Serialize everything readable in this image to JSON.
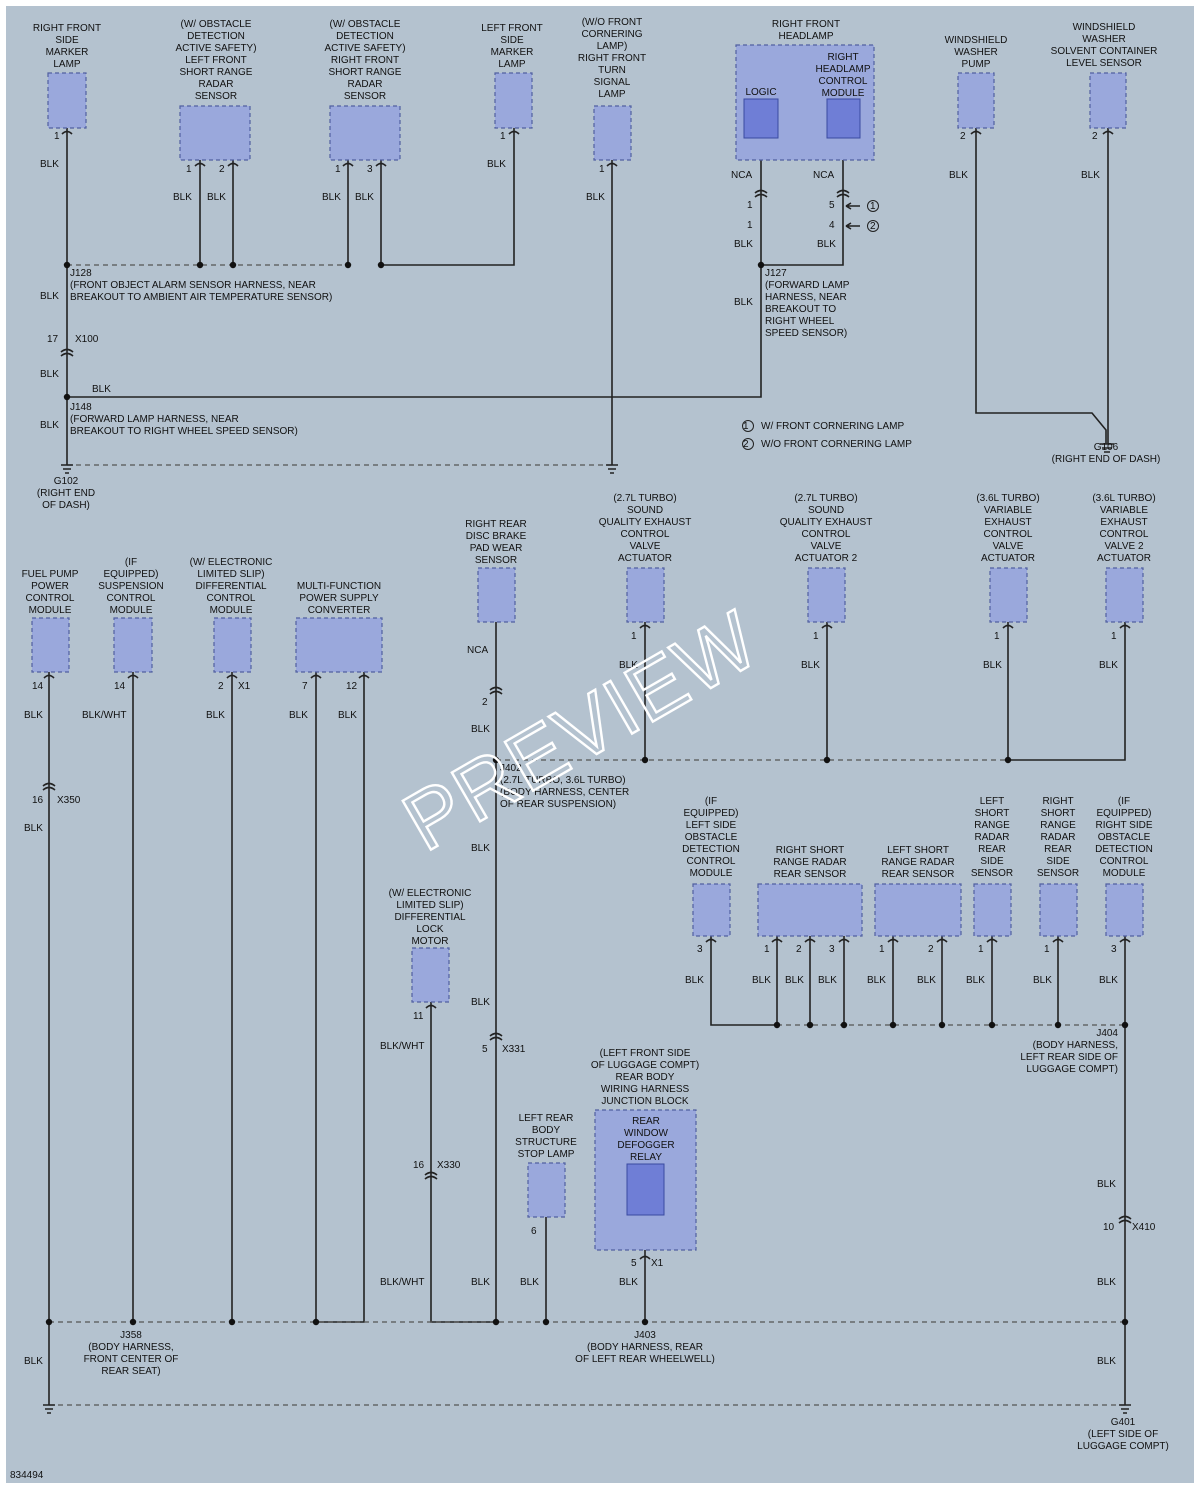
{
  "watermark": "PREVIEW",
  "figure_number": "834494",
  "legend": [
    {
      "symbol": "1",
      "text": "W/ FRONT CORNERING LAMP"
    },
    {
      "symbol": "2",
      "text": "W/O FRONT CORNERING LAMP"
    }
  ],
  "components": [
    {
      "id": "rf_side_marker",
      "lines": [
        "RIGHT FRONT",
        "SIDE",
        "MARKER",
        "LAMP"
      ]
    },
    {
      "id": "lf_short_radar",
      "lines": [
        "(W/ OBSTACLE",
        "DETECTION",
        "ACTIVE SAFETY)",
        "LEFT FRONT",
        "SHORT RANGE",
        "RADAR",
        "SENSOR"
      ]
    },
    {
      "id": "rf_short_radar",
      "lines": [
        "(W/ OBSTACLE",
        "DETECTION",
        "ACTIVE SAFETY)",
        "RIGHT FRONT",
        "SHORT RANGE",
        "RADAR",
        "SENSOR"
      ]
    },
    {
      "id": "lf_side_marker",
      "lines": [
        "LEFT FRONT",
        "SIDE",
        "MARKER",
        "LAMP"
      ]
    },
    {
      "id": "rf_turn_signal",
      "lines": [
        "(W/O FRONT",
        "CORNERING",
        "LAMP)",
        "RIGHT FRONT",
        "TURN",
        "SIGNAL",
        "LAMP"
      ]
    },
    {
      "id": "rf_headlamp",
      "lines": [
        "RIGHT FRONT",
        "HEADLAMP"
      ]
    },
    {
      "id": "headlamp_logic",
      "lines": [
        "LOGIC"
      ]
    },
    {
      "id": "headlamp_module",
      "lines": [
        "RIGHT",
        "HEADLAMP",
        "CONTROL",
        "MODULE"
      ]
    },
    {
      "id": "washer_pump",
      "lines": [
        "WINDSHIELD",
        "WASHER",
        "PUMP"
      ]
    },
    {
      "id": "washer_level",
      "lines": [
        "WINDSHIELD",
        "WASHER",
        "SOLVENT CONTAINER",
        "LEVEL SENSOR"
      ]
    },
    {
      "id": "fuel_pump",
      "lines": [
        "FUEL PUMP",
        "POWER",
        "CONTROL",
        "MODULE"
      ]
    },
    {
      "id": "suspension",
      "lines": [
        "(IF",
        "EQUIPPED)",
        "SUSPENSION",
        "CONTROL",
        "MODULE"
      ]
    },
    {
      "id": "diff_module",
      "lines": [
        "(W/ ELECTRONIC",
        "LIMITED SLIP)",
        "DIFFERENTIAL",
        "CONTROL",
        "MODULE"
      ]
    },
    {
      "id": "power_converter",
      "lines": [
        "MULTI-FUNCTION",
        "POWER SUPPLY",
        "CONVERTER"
      ]
    },
    {
      "id": "brake_pad",
      "lines": [
        "RIGHT REAR",
        "DISC BRAKE",
        "PAD WEAR",
        "SENSOR"
      ]
    },
    {
      "id": "exh_valve_1",
      "lines": [
        "(2.7L TURBO)",
        "SOUND",
        "QUALITY EXHAUST",
        "CONTROL",
        "VALVE",
        "ACTUATOR"
      ]
    },
    {
      "id": "exh_valve_2",
      "lines": [
        "(2.7L TURBO)",
        "SOUND",
        "QUALITY EXHAUST",
        "CONTROL",
        "VALVE",
        "ACTUATOR 2"
      ]
    },
    {
      "id": "var_exh_1",
      "lines": [
        "(3.6L TURBO)",
        "VARIABLE",
        "EXHAUST",
        "CONTROL",
        "VALVE",
        "ACTUATOR"
      ]
    },
    {
      "id": "var_exh_2",
      "lines": [
        "(3.6L TURBO)",
        "VARIABLE",
        "EXHAUST",
        "CONTROL",
        "VALVE 2",
        "ACTUATOR"
      ]
    },
    {
      "id": "ls_obstacle",
      "lines": [
        "(IF",
        "EQUIPPED)",
        "LEFT SIDE",
        "OBSTACLE",
        "DETECTION",
        "CONTROL",
        "MODULE"
      ]
    },
    {
      "id": "rs_rear_radar",
      "lines": [
        "RIGHT SHORT",
        "RANGE RADAR",
        "REAR SENSOR"
      ]
    },
    {
      "id": "ls_rear_radar",
      "lines": [
        "LEFT SHORT",
        "RANGE RADAR",
        "REAR SENSOR"
      ]
    },
    {
      "id": "ls_side_radar",
      "lines": [
        "LEFT",
        "SHORT",
        "RANGE",
        "RADAR",
        "REAR",
        "SIDE",
        "SENSOR"
      ]
    },
    {
      "id": "rs_side_radar",
      "lines": [
        "RIGHT",
        "SHORT",
        "RANGE",
        "RADAR",
        "REAR",
        "SIDE",
        "SENSOR"
      ]
    },
    {
      "id": "rs_obstacle",
      "lines": [
        "(IF",
        "EQUIPPED)",
        "RIGHT SIDE",
        "OBSTACLE",
        "DETECTION",
        "CONTROL",
        "MODULE"
      ]
    },
    {
      "id": "diff_lock",
      "lines": [
        "(W/ ELECTRONIC",
        "LIMITED SLIP)",
        "DIFFERENTIAL",
        "LOCK",
        "MOTOR"
      ]
    },
    {
      "id": "stop_lamp",
      "lines": [
        "LEFT REAR",
        "BODY",
        "STRUCTURE",
        "STOP LAMP"
      ]
    },
    {
      "id": "junction_block",
      "lines": [
        "(LEFT FRONT SIDE",
        "OF LUGGAGE COMPT)",
        "REAR BODY",
        "WIRING HARNESS",
        "JUNCTION BLOCK"
      ]
    },
    {
      "id": "defogger_relay",
      "lines": [
        "REAR",
        "WINDOW",
        "DEFOGGER",
        "RELAY"
      ]
    }
  ],
  "splices": [
    {
      "id": "j128",
      "lines": [
        "J128",
        "(FRONT OBJECT ALARM SENSOR HARNESS, NEAR",
        "BREAKOUT TO AMBIENT AIR TEMPERATURE SENSOR)"
      ]
    },
    {
      "id": "j127",
      "lines": [
        "J127",
        "(FORWARD LAMP",
        "HARNESS, NEAR",
        "BREAKOUT TO",
        "RIGHT WHEEL",
        "SPEED SENSOR)"
      ]
    },
    {
      "id": "j148",
      "lines": [
        "J148",
        "(FORWARD LAMP HARNESS, NEAR",
        "BREAKOUT TO RIGHT WHEEL SPEED SENSOR)"
      ]
    },
    {
      "id": "j402",
      "lines": [
        "J402",
        "(2.7L TURBO, 3.6L TURBO)",
        "(BODY HARNESS, CENTER",
        "OF REAR SUSPENSION)"
      ]
    },
    {
      "id": "j404",
      "lines": [
        "J404",
        "(BODY HARNESS,",
        "LEFT REAR SIDE OF",
        "LUGGAGE COMPT)"
      ]
    },
    {
      "id": "j358",
      "lines": [
        "J358",
        "(BODY HARNESS,",
        "FRONT CENTER OF",
        "REAR SEAT)"
      ]
    },
    {
      "id": "j403",
      "lines": [
        "J403",
        "(BODY HARNESS, REAR",
        "OF LEFT REAR WHEELWELL)"
      ]
    }
  ],
  "grounds": [
    {
      "id": "g102",
      "lines": [
        "G102",
        "(RIGHT END",
        "OF DASH)"
      ]
    },
    {
      "id": "g106",
      "lines": [
        "G106",
        "(RIGHT END OF DASH)"
      ]
    },
    {
      "id": "g401",
      "lines": [
        "G401",
        "(LEFT SIDE OF",
        "LUGGAGE COMPT)"
      ]
    }
  ],
  "connectors": [
    "X100",
    "X350",
    "X1",
    "X331",
    "X330",
    "X410"
  ],
  "wire_labels": {
    "color_blk": "BLK",
    "color_blk_wht": "BLK/WHT",
    "color_nca": "NCA"
  }
}
